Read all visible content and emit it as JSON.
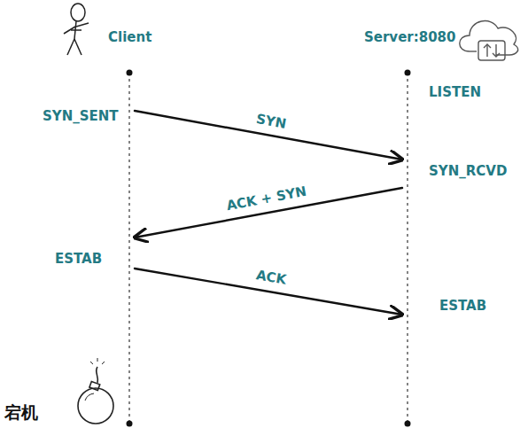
{
  "diagram": {
    "nodes": [
      {
        "text": [
          "Client"
        ]
      },
      {
        "text": [
          "Server:8080"
        ]
      }
    ],
    "edges": [
      {
        "from": 0,
        "to": 1,
        "label": "SYN",
        "arrow": "to"
      },
      {
        "from": 1,
        "to": 0,
        "label": "ACK + SYN",
        "arrow": "to"
      },
      {
        "from": 0,
        "to": 1,
        "label": "ACK",
        "arrow": "to"
      }
    ],
    "labels": [
      "SYN_SENT",
      "LISTEN",
      "SYN_RCVD",
      "ESTAB",
      "ESTAB",
      "宕机"
    ]
  }
}
